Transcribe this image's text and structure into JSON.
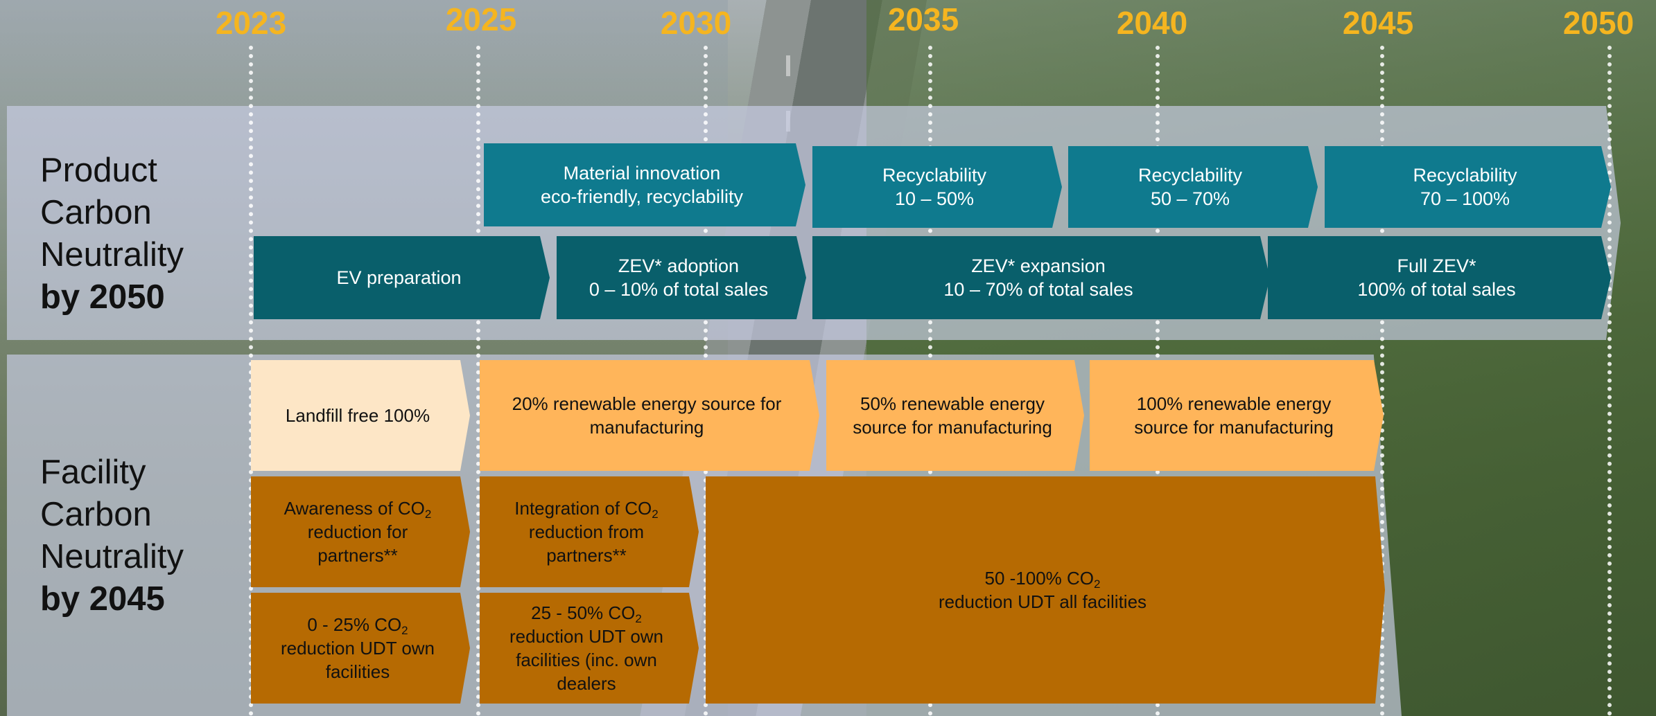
{
  "years": [
    "2023",
    "2025",
    "2030",
    "2035",
    "2040",
    "2045",
    "2050"
  ],
  "product": {
    "label_lines": [
      "Product",
      "Carbon",
      "Neutrality"
    ],
    "label_by": "by 2050",
    "row1": [
      {
        "lines": [
          "Material innovation",
          "eco-friendly, recyclability"
        ]
      },
      {
        "lines": [
          "Recyclability",
          "10 – 50%"
        ]
      },
      {
        "lines": [
          "Recyclability",
          "50 – 70%"
        ]
      },
      {
        "lines": [
          "Recyclability",
          "70 – 100%"
        ]
      }
    ],
    "row2": [
      {
        "lines": [
          "EV preparation"
        ]
      },
      {
        "lines": [
          "ZEV* adoption",
          "0 – 10% of total sales"
        ]
      },
      {
        "lines": [
          "ZEV* expansion",
          "10 – 70% of total sales"
        ]
      },
      {
        "lines": [
          "Full ZEV*",
          "100% of total sales"
        ]
      }
    ]
  },
  "facility": {
    "label_lines": [
      "Facility",
      "Carbon",
      "Neutrality"
    ],
    "label_by": "by 2045",
    "row1": [
      {
        "lines": [
          "Landfill free 100%"
        ]
      },
      {
        "lines": [
          "20% renewable energy source for",
          "manufacturing"
        ]
      },
      {
        "lines": [
          "50% renewable energy",
          "source for manufacturing"
        ]
      },
      {
        "lines": [
          "100% renewable energy",
          "source for manufacturing"
        ]
      }
    ],
    "row2": [
      {
        "lines": [
          "Awareness of CO",
          "reduction for",
          "partners**"
        ],
        "sub_on_first": "2"
      },
      {
        "lines": [
          "Integration of CO",
          "reduction from",
          "partners**"
        ],
        "sub_on_first": "2"
      }
    ],
    "row3": [
      {
        "lines": [
          "0 - 25% CO",
          "reduction UDT own",
          "facilities"
        ],
        "sub_on_first": "2"
      },
      {
        "lines": [
          "25 - 50% CO",
          "reduction UDT own",
          "facilities (inc. own",
          "dealers"
        ],
        "sub_on_first": "2"
      }
    ],
    "big": {
      "lines": [
        "50 -100% CO",
        "reduction UDT all facilities"
      ],
      "sub_on_first": "2"
    }
  },
  "colors": {
    "year": "#f5b520",
    "teal": "#0f7a8e",
    "dark_teal": "#095f6b",
    "cream": "#fde6c6",
    "light_orange": "#ffb55a",
    "brown_orange": "#b66a02"
  }
}
